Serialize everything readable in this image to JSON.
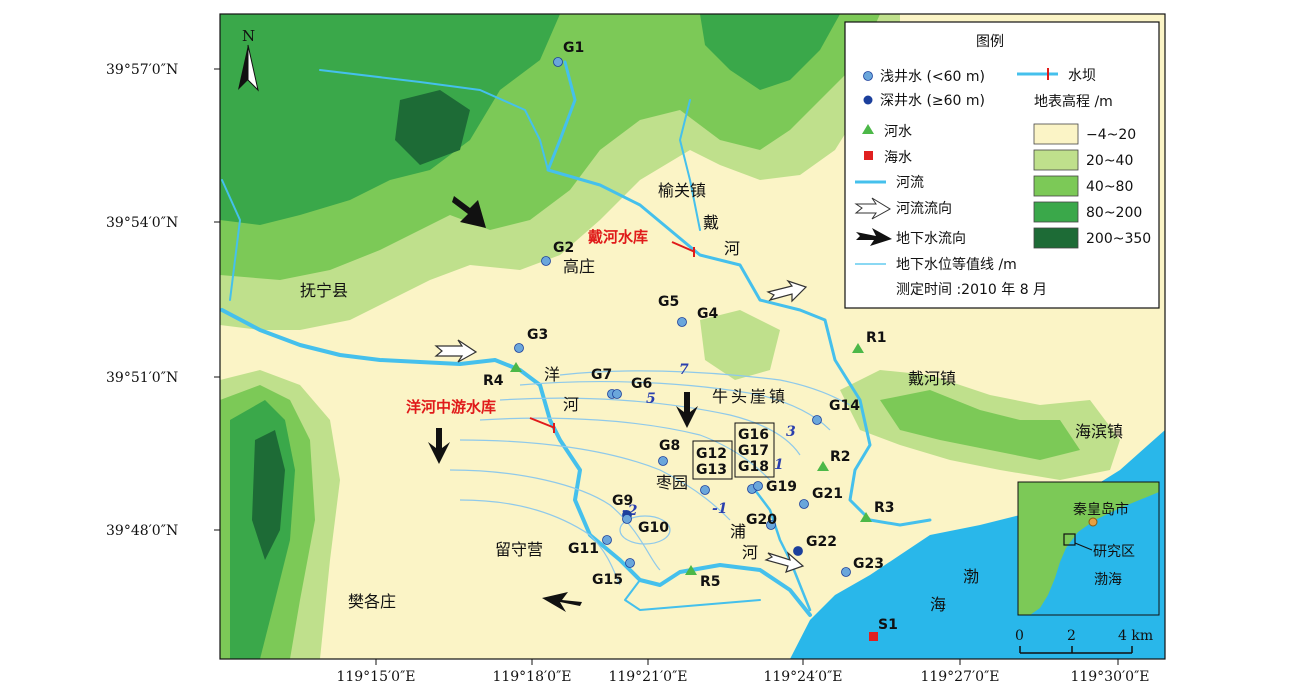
{
  "north_label": "N",
  "latitude_ticks": [
    "39°57′0″N",
    "39°54′0″N",
    "39°51′0″N",
    "39°48′0″N"
  ],
  "longitude_ticks": [
    "119°15′0″E",
    "119°18′0″E",
    "119°21′0″E",
    "119°24′0″E",
    "119°27′0″E",
    "119°30′0″E"
  ],
  "place_names": {
    "yuguan": "榆关镇",
    "gaozhuang": "高庄",
    "funing": "抚宁县",
    "niutouya": "牛头崖镇",
    "daihe_town": "戴河镇",
    "haibin": "海滨镇",
    "zaoyuan": "枣园",
    "liushouying": "留守营",
    "fangezhuang": "樊各庄"
  },
  "river_labels": {
    "dai_1": "戴",
    "dai_2": "河",
    "yang_1": "洋",
    "yang_2": "河",
    "pu_1": "浦",
    "pu_2": "河",
    "sea_1": "渤",
    "sea_2": "海"
  },
  "reservoirs": {
    "daihe": "戴河水库",
    "yanghe": "洋河中游水库"
  },
  "sample_points": {
    "G1": "G1",
    "G2": "G2",
    "G3": "G3",
    "G4": "G4",
    "G5": "G5",
    "G6": "G6",
    "G7": "G7",
    "G8": "G8",
    "G9": "G9",
    "G10": "G10",
    "G11": "G11",
    "G12": "G12",
    "G13": "G13",
    "G14": "G14",
    "G15": "G15",
    "G16": "G16",
    "G17": "G17",
    "G18": "G18",
    "G19": "G19",
    "G20": "G20",
    "G21": "G21",
    "G22": "G22",
    "G23": "G23",
    "R1": "R1",
    "R2": "R2",
    "R3": "R3",
    "R4": "R4",
    "R5": "R5",
    "S1": "S1"
  },
  "contour_labels": [
    "7",
    "5",
    "3",
    "1",
    "-1",
    "-2"
  ],
  "legend": {
    "title": "图例",
    "shallow_well": "浅井水 (<60 m)",
    "deep_well": "深井水 (≥60 m)",
    "dam": "水坝",
    "elevation_title": "地表高程 /m",
    "river_water": "河水",
    "sea_water": "海水",
    "river": "河流",
    "river_flow": "河流流向",
    "groundwater_flow": "地下水流向",
    "contour": "地下水位等值线 /m",
    "survey_time": "测定时间 :2010 年 8 月",
    "elevation_classes": [
      {
        "label": "−4~20",
        "color": "#fbf4c6"
      },
      {
        "label": "20~40",
        "color": "#bfe08c"
      },
      {
        "label": "40~80",
        "color": "#7cc957"
      },
      {
        "label": "80~200",
        "color": "#3aa84a"
      },
      {
        "label": "200~350",
        "color": "#1d6b36"
      }
    ]
  },
  "inset": {
    "city": "秦皇岛市",
    "study_area": "研究区",
    "sea": "渤海",
    "scale_ticks": [
      "0",
      "2",
      "4 km"
    ]
  },
  "colors": {
    "sea": "#29b7ea",
    "river": "#45c0ec",
    "shallow_well": "#6aa6db",
    "deep_well": "#1b3f9c",
    "river_sample": "#4cb848",
    "sea_sample": "#e02020",
    "reservoir_text": "#e01a1a"
  }
}
